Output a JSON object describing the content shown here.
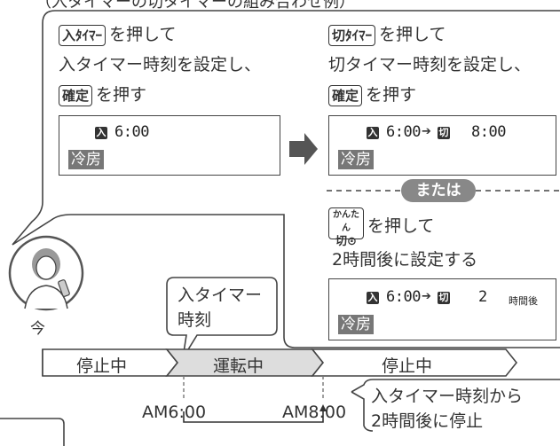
{
  "header_partial": "（入タイマーの切タイマーの組み合わせ例）",
  "panel_left": {
    "key": "入ﾀｲﾏｰ",
    "line1_suffix": "を押して",
    "line2": "入タイマー時刻を設定し、",
    "confirm_key": "確定",
    "line3_suffix": "を押す",
    "lcd": {
      "badge": "入",
      "time": "6:00",
      "mode": "冷房"
    }
  },
  "panel_right": {
    "key": "切ﾀｲﾏｰ",
    "line1_suffix": "を押して",
    "line2": "切タイマー時刻を設定し、",
    "confirm_key": "確定",
    "line3_suffix": "を押す",
    "lcd": {
      "badge_on": "入",
      "time_on": "6:00",
      "badge_off": "切",
      "time_off": "8:00",
      "mode": "冷房"
    }
  },
  "or_label": "または",
  "panel_alt": {
    "key_top": "かんたん",
    "key_bottom": "切⊙",
    "line1_suffix": "を押して",
    "line2": "2時間後に設定する",
    "lcd": {
      "badge_on": "入",
      "time_on": "6:00",
      "badge_off": "切",
      "hours": "2",
      "hours_unit": "時間後",
      "mode": "冷房"
    }
  },
  "now_label": "今",
  "timer_on_callout": [
    "入タイマー",
    "時刻"
  ],
  "timeline": {
    "segments": [
      "停止中",
      "運転中",
      "停止中"
    ],
    "time_start": "AM6:00",
    "time_end": "AM8:00"
  },
  "end_callout": [
    "入タイマー時刻から",
    "2時間後に停止"
  ]
}
